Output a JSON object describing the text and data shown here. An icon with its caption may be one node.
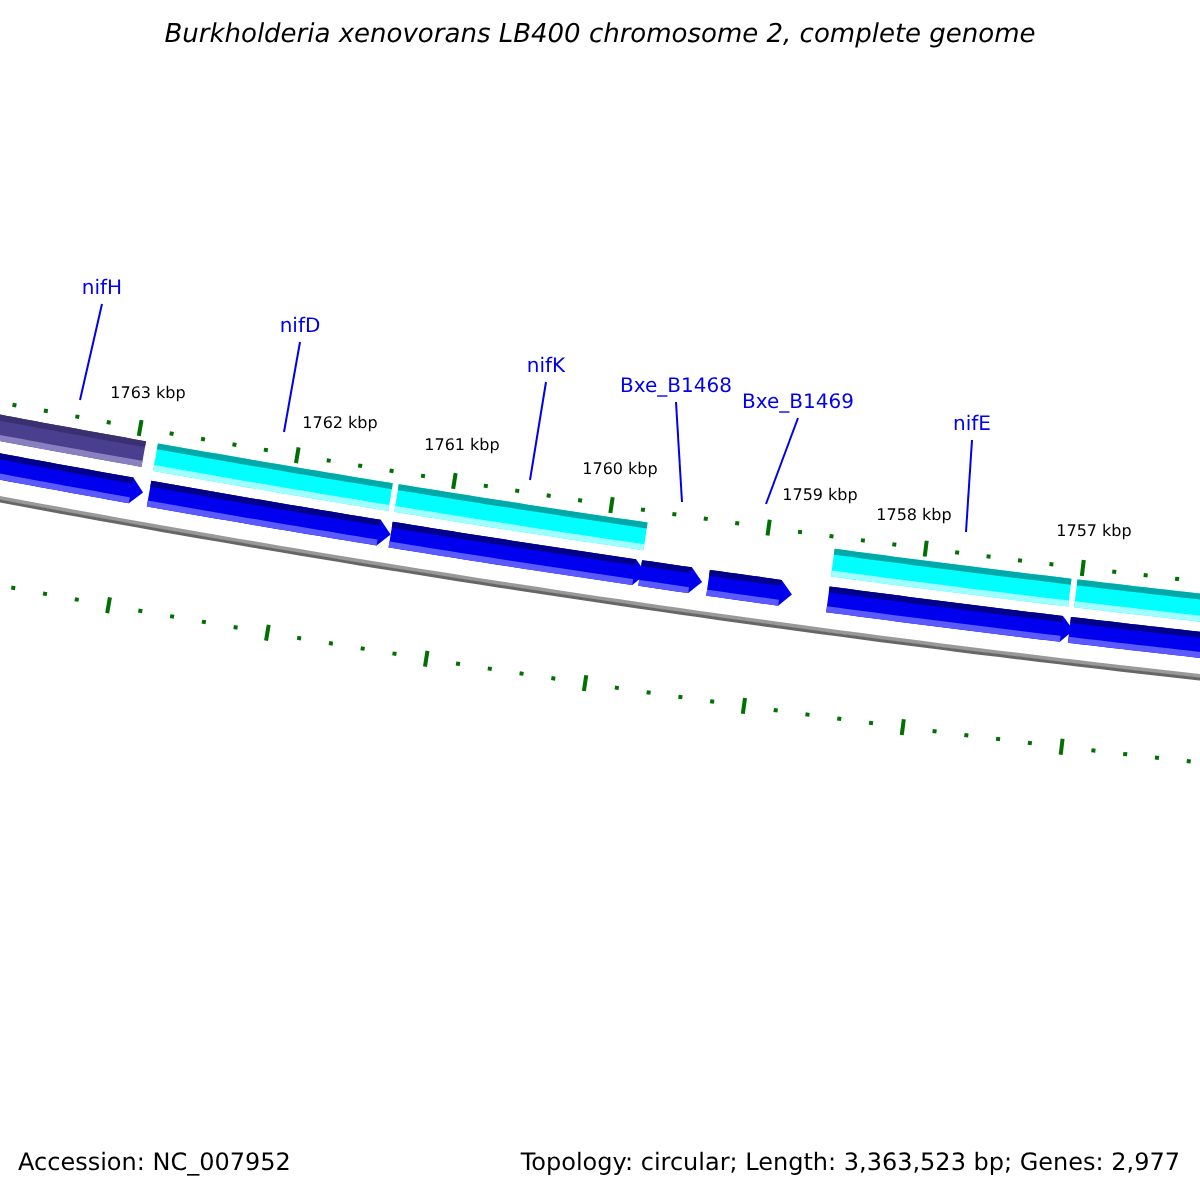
{
  "diagram": {
    "title": "Burkholderia xenovorans LB400 chromosome 2, complete genome",
    "nodes": [
      {
        "text": [
          "nifH"
        ]
      },
      {
        "text": [
          "nifD"
        ]
      },
      {
        "text": [
          "nifK"
        ]
      },
      {
        "text": [
          "Bxe_B1468"
        ]
      },
      {
        "text": [
          "Bxe_B1469"
        ]
      },
      {
        "text": [
          "nifE"
        ]
      }
    ],
    "edges": [
      {
        "from": 0,
        "to": null,
        "arrow": "none"
      },
      {
        "from": 1,
        "to": null,
        "arrow": "none"
      },
      {
        "from": 2,
        "to": null,
        "arrow": "none"
      },
      {
        "from": 3,
        "to": null,
        "arrow": "none"
      },
      {
        "from": 4,
        "to": null,
        "arrow": "none"
      },
      {
        "from": 5,
        "to": null,
        "arrow": "none"
      }
    ],
    "labels": [
      "1763 kbp",
      "1762 kbp",
      "1761 kbp",
      "1760 kbp",
      "1759 kbp",
      "1758 kbp",
      "1757 kbp",
      "Accession: NC_007952",
      "Topology: circular; Length: 3,363,523 bp; Genes: 2,977"
    ]
  }
}
